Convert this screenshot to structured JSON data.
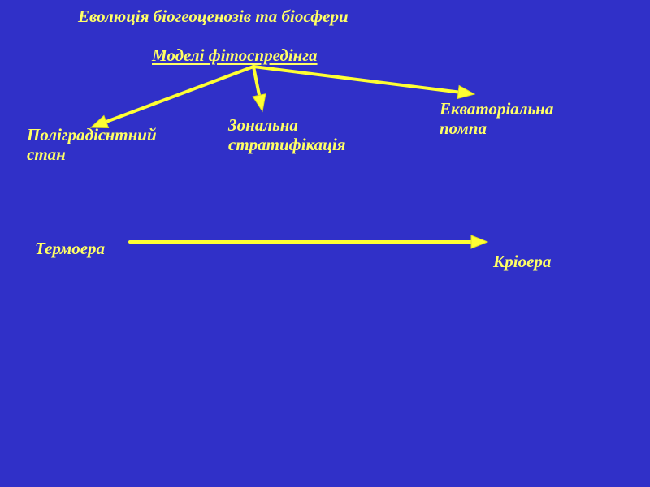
{
  "colors": {
    "background": "#3030c8",
    "text": "#ffff66",
    "arrow": "#ffff33"
  },
  "title": "Еволюція біогеоценозів та біосфери",
  "subtitle": "Моделі фітоспредінга",
  "nodes": [
    {
      "lines": [
        "Поліградієнтний",
        "стан"
      ]
    },
    {
      "lines": [
        "Зональна",
        "стратифікація"
      ]
    },
    {
      "lines": [
        "Екваторіальна",
        "помпа"
      ]
    }
  ],
  "timeline": {
    "start": "Термоера",
    "end": "Кріоера"
  }
}
